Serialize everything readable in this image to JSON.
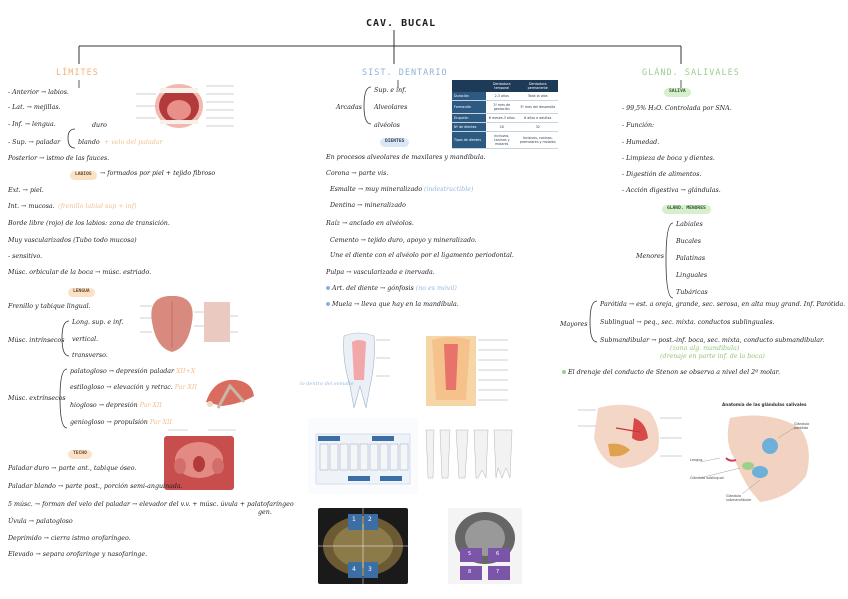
{
  "title": "CAV. BUCAL",
  "left": {
    "heading": "LÍMITES",
    "limits": [
      "- Anterior → labios.",
      "- Lat. → mejillas.",
      "- Inf. → lengua.",
      "- Sup. → paladar"
    ],
    "duro": "duro",
    "blando": "blando",
    "blando_note": "+ velo del paladar",
    "posterior": "Posterior → istmo de las fauces.",
    "labios_pill": "LABIOS",
    "labios_text": "→ formados por piel + tejido fibroso",
    "labios_lines": [
      "Ext. → piel.",
      "Int. → mucosa.",
      "Borde libre (rojo) de los labios: zona de transición.",
      "Muy vascularizados (Tubo todo mucosa)",
      "- sensitivo."
    ],
    "int_note": "(frenillo labial sup + inf)",
    "rojo": "(rojo)",
    "musculo": "Músc. orbicular de la boca → músc. estriado.",
    "lengua_pill": "LENGUA",
    "frenillo": "Frenillo y tabique lingual.",
    "intrinsecos_label": "Músc. intrínsecos",
    "intrinsecos": [
      "Long. sup. e inf.",
      "vertical.",
      "transverso."
    ],
    "extrinsecos_label": "Músc. extrínsecos",
    "extrinsecos": [
      {
        "name": "palatogloso",
        "desc": "→ depresión paladar",
        "note": "XII+X"
      },
      {
        "name": "estilogloso",
        "desc": "→ elevación y retrac.",
        "note": "Par XII"
      },
      {
        "name": "hiogloso",
        "desc": "→ depresión",
        "note": "Par XII"
      },
      {
        "name": "geniogloso",
        "desc": "→ propulsión",
        "note": "Par XII"
      }
    ],
    "techo_pill": "TECHO",
    "techo_lines": [
      "Paladar duro → parte ant., tabique óseo.",
      "Paladar blando → parte post., porción semi-anguinada.",
      "5 músc. → forman del velo del paladar → elevador del v.v. + músc. úvula + palatofaríngeo",
      "Úvula → palatogloso",
      "Deprimido → cierra istmo orofaríngeo.",
      "Elevado → separa orofaringe y nasofaringe."
    ],
    "gen_note": "gen."
  },
  "middle": {
    "heading": "SIST. DENTARIO",
    "arcadas_label": "Arcadas",
    "arcadas": [
      "Sup. e inf.",
      "Alveolares",
      "alvéolos"
    ],
    "dientes_pill": "DIENTES",
    "dientes_lines": [
      "En procesos alveolares de maxilares y mandíbula.",
      "Corona → parte vis.",
      "Esmalte → muy mineralizado",
      "Dentina → mineralizado",
      "Raíz → anclado en alvéolos.",
      "Cemento → tejido duro, apoyo y mineralizado.",
      "Une el diente con el alvéolo por el ligamento periodontal.",
      "Pulpa → vascularizada e inervada.",
      "Art. del diente → gónfosis",
      "Muela → lleva que hay en la mandíbula."
    ],
    "esmalte_note": "(indestructible)",
    "gonf_note": "(no es móvil)",
    "tooth_note": "lo dentro del esmalte",
    "table": {
      "headers": [
        "",
        "Dentadura temporal",
        "Dentadura permanente"
      ],
      "rows": [
        [
          "Duración",
          "2-3 años",
          "Toda la vida"
        ],
        [
          "Formación",
          "2º mes de gestación",
          "3º mes del desarrollo"
        ],
        [
          "Erupción",
          "6 meses-3 años",
          "6 años a adultez"
        ],
        [
          "Nº de dientes",
          "20",
          "32"
        ],
        [
          "Tipos de dientes",
          "Incisivos, caninos y molares",
          "Incisivos, caninos, premolares y molares"
        ]
      ]
    },
    "quad_labels": [
      "1",
      "2",
      "3",
      "4"
    ],
    "quad_labels_b": [
      "5",
      "6",
      "7",
      "8"
    ]
  },
  "right": {
    "heading": "GLÁND. SALIVALES",
    "saliva_pill": "SALIVA",
    "saliva_lines": [
      "- 99,5% H₂O. Controlada por SNA.",
      "- Función:",
      "- Humedad.",
      "- Limpieza de boca y dientes.",
      "- Digestión de alimentos.",
      "- Acción digestiva → glándulas."
    ],
    "menores_pill": "GLÁND. MENORES",
    "menores_label": "Menores",
    "menores": [
      "Labiales",
      "Bucales",
      "Palatinas",
      "Linguales",
      "Tubáricas"
    ],
    "mayores_label": "Mayores",
    "mayores": [
      "Parótida → est. a oreja, grande, sec. serosa, en alta muy grand. Inf. Parótida.",
      "Sublingual → peq., sec. mixta. conductos sublinguales.",
      "Submandibular → post.-inf. boca, sec. mixta, conducto submandibular."
    ],
    "submand_note": "(zona alg. mandíbula)",
    "submand_note2": "(drenaje en parte inf. de la boca)",
    "stenon": "El drenaje del conducto de Stenon se observa a nivel del 2º molar.",
    "gland_title": "Anatomía de las glándulas salivales",
    "gland_labels": [
      "Glándula parótida",
      "Lengua",
      "Glándula sublingual",
      "Glándula submandibular"
    ]
  },
  "colors": {
    "orange": "#f3b179",
    "blue": "#8fb3d8",
    "green": "#9ccf8c",
    "tableHead": "#1d3a58"
  }
}
